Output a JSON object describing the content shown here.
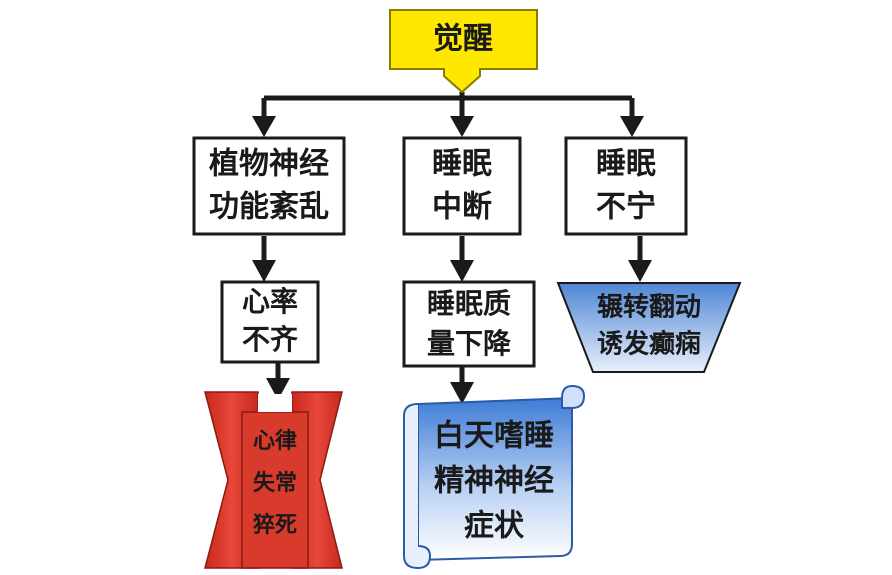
{
  "nodes": {
    "awake": {
      "line1": "觉醒"
    },
    "autonomic": {
      "line1": "植物神经",
      "line2": "功能紊乱"
    },
    "interrupt": {
      "line1": "睡眠",
      "line2": "中断"
    },
    "restless": {
      "line1": "睡眠",
      "line2": "不宁"
    },
    "arrhythmia": {
      "line1": "心率",
      "line2": "不齐"
    },
    "quality": {
      "line1": "睡眠质",
      "line2": "量下降"
    },
    "tossing": {
      "line1": "辗转翻动",
      "line2": "诱发癫痫"
    },
    "sudden_death": {
      "line1": "心律",
      "line2": "失常",
      "line3": "猝死"
    },
    "daytime": {
      "line1": "白天嗜睡",
      "line2": "精神神经",
      "line3": "症状"
    }
  },
  "colors": {
    "awake_fill": "#FFE800",
    "awake_stroke": "#8A7A00",
    "box_stroke": "#1a1a1a",
    "arrow": "#1a1a1a",
    "red_fill": "#E23B2E",
    "blue_light": "#D8E6F8",
    "blue_dark": "#4F86D6"
  }
}
